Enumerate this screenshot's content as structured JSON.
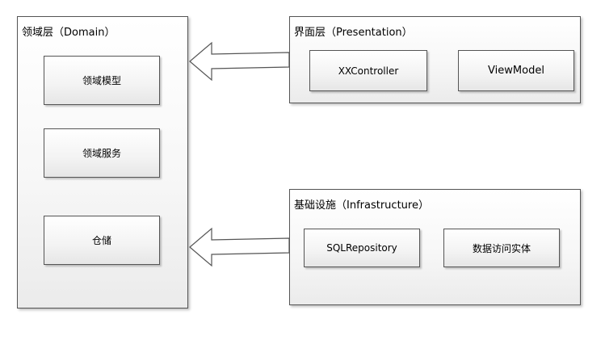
{
  "domain_layer": {
    "title": "领域层（Domain）",
    "items": [
      "领域模型",
      "领域服务",
      "仓储"
    ]
  },
  "presentation_layer": {
    "title": "界面层（Presentation）",
    "items": [
      "XXController",
      "ViewModel"
    ]
  },
  "infrastructure_layer": {
    "title": "基础设施（Infrastructure）",
    "items": [
      "SQLRepository",
      "数据访问实体"
    ]
  },
  "colors": {
    "border": "#555555",
    "arrow_stroke": "#555555",
    "arrow_fill": "#ffffff"
  }
}
